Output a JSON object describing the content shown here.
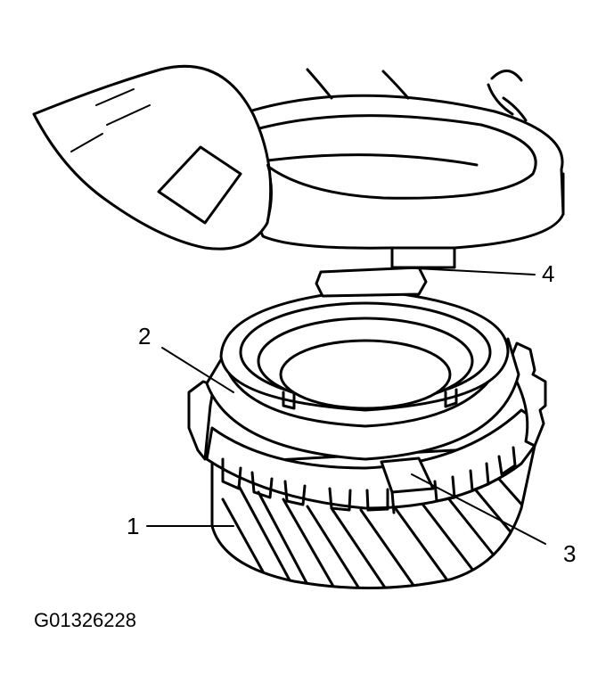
{
  "callouts": [
    {
      "id": "1",
      "label": "1"
    },
    {
      "id": "2",
      "label": "2"
    },
    {
      "id": "3",
      "label": "3"
    },
    {
      "id": "4",
      "label": "4"
    }
  ],
  "figure_code": "G01326228",
  "colors": {
    "line": "#000000",
    "background": "#ffffff"
  }
}
